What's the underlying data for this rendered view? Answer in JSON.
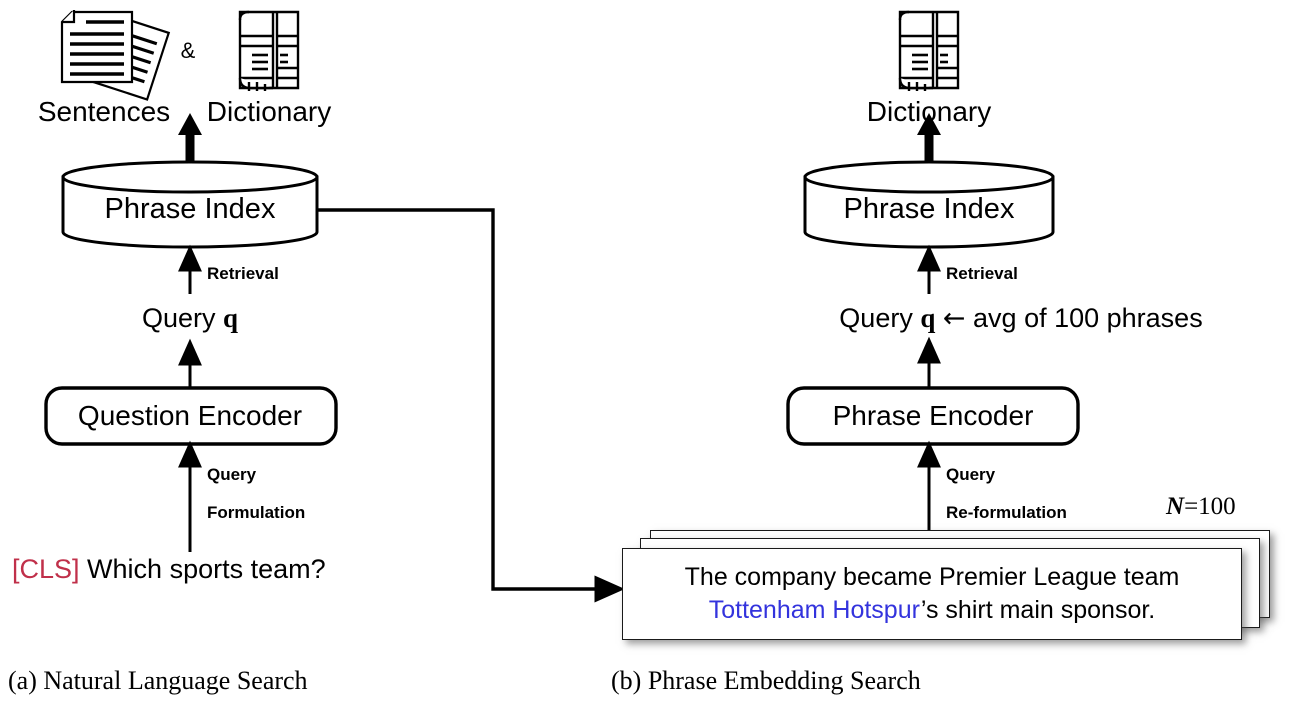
{
  "figure": {
    "panels": [
      {
        "id": "a",
        "caption": "(a) Natural Language Search",
        "source_icons": {
          "sentences_label": "Sentences",
          "ampersand": "&",
          "dictionary_label": "Dictionary",
          "sentences_icon": "documents-icon",
          "dictionary_icon": "book-icon"
        },
        "index_label": "Phrase Index",
        "retrieval_label": "Retrieval",
        "query_label": "Query",
        "query_symbol": "q",
        "encoder_label": "Question Encoder",
        "formulation_label_line1": "Query",
        "formulation_label_line2": "Formulation",
        "input_token": "[CLS]",
        "input_text": "Which sports team?"
      },
      {
        "id": "b",
        "caption": "(b) Phrase Embedding Search",
        "source_icons": {
          "dictionary_label": "Dictionary",
          "dictionary_icon": "book-icon"
        },
        "index_label": "Phrase Index",
        "retrieval_label": "Retrieval",
        "query_label": "Query",
        "query_symbol": "q",
        "query_arrow": "←",
        "query_suffix": "avg of 100 phrases",
        "encoder_label": "Phrase Encoder",
        "reformulation_label_line1": "Query",
        "reformulation_label_line2": "Re-formulation",
        "n_symbol": "N",
        "n_value": "=100",
        "card": {
          "line1": "The company became Premier League team",
          "line2_highlight": "Tottenham Hotspur",
          "line2_rest": "’s shirt main sponsor."
        }
      }
    ],
    "colors": {
      "cls_token": "#C0304A",
      "highlight_entity": "#3333DD",
      "stroke": "#000000",
      "background": "#ffffff"
    }
  }
}
